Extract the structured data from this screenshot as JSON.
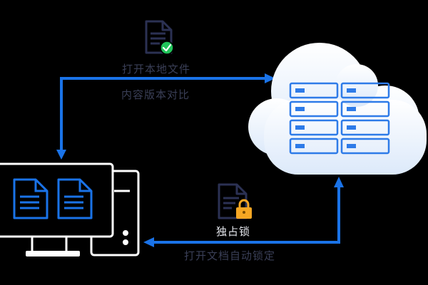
{
  "top_flow": {
    "label_open_local": "打开本地文件",
    "label_compare_versions": "内容版本对比"
  },
  "bottom_flow": {
    "label_exclusive_lock": "独占锁",
    "label_auto_lock": "打开文档自动锁定"
  },
  "colors": {
    "background": "#000000",
    "arrow": "#1a73e8",
    "cloud": "#eef5fd",
    "server_stroke": "#2e7be8",
    "computer_outline": "#ffffff",
    "file_navy": "#2b3153",
    "check_green": "#21c35a",
    "lock_orange": "#f5a623",
    "label_text": "#3a3f57"
  },
  "icons": {
    "top_document": "document-check-icon",
    "lock_document": "document-lock-icon",
    "cloud": "cloud-icon",
    "server_rack": "server-rack-icon",
    "computer": "desktop-computer-icon"
  }
}
